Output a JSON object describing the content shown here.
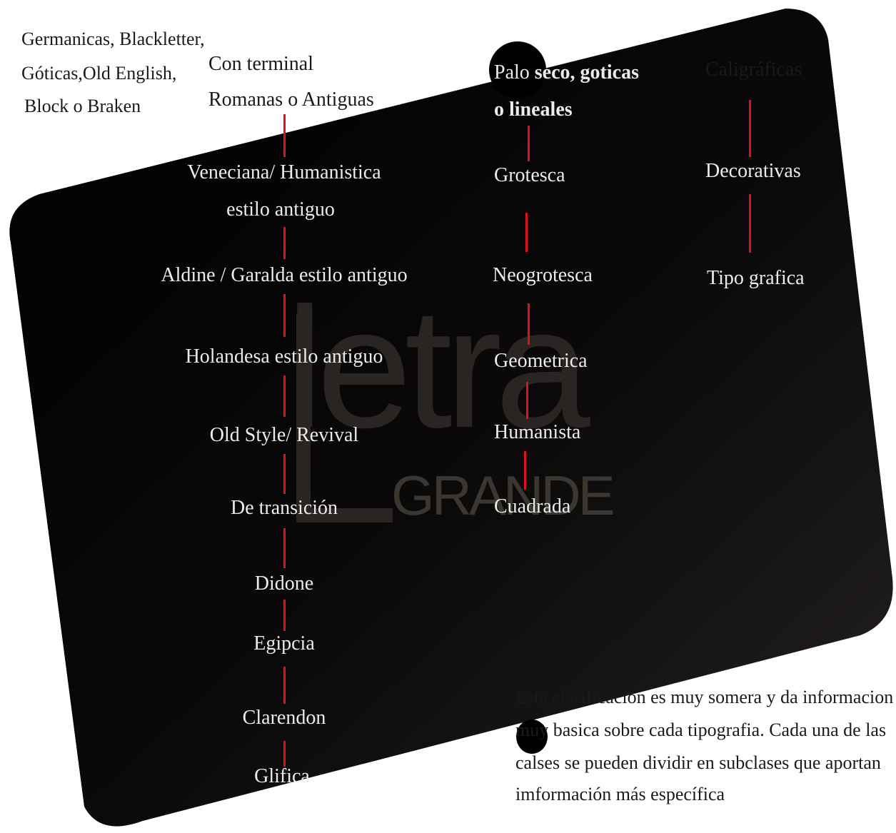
{
  "colors": {
    "panel": "#0b0909",
    "connector": "#d9141b",
    "page": "#ffffff"
  },
  "watermark": {
    "main": "letra",
    "sub": "GRANDE"
  },
  "germanicas": {
    "line1": "Germanicas, Blackletter,",
    "line2": "Góticas,Old English,",
    "line3": "Block o Braken"
  },
  "romanas": {
    "header_line1": "Con terminal",
    "header_line2": "Romanas o Antiguas",
    "items": [
      "Veneciana/ Humanistica",
      "estilo antiguo",
      "Aldine / Garalda estilo antiguo",
      "Holandesa estilo antiguo",
      "Old Style/ Revival",
      "De transición",
      "Didone",
      "Egipcia",
      "Clarendon",
      "Glifica"
    ]
  },
  "palo_seco": {
    "header_word1": "Palo",
    "header_rest": "seco, goticas",
    "header_line2": "o lineales",
    "items": [
      "Grotesca",
      "Neogrotesca",
      "Geometrica",
      "Humanista",
      "Cuadrada"
    ]
  },
  "caligraficas": {
    "header": "Caligráficas",
    "items": [
      "Decorativas",
      "Tipo grafica"
    ]
  },
  "note": {
    "line1": "Esta clasificación es muy somera y da informacion",
    "line2": "muy basica sobre cada tipografia. Cada una de las",
    "line3": "calses se pueden dividir en subclases que aportan",
    "line4": "imformación más específica"
  }
}
